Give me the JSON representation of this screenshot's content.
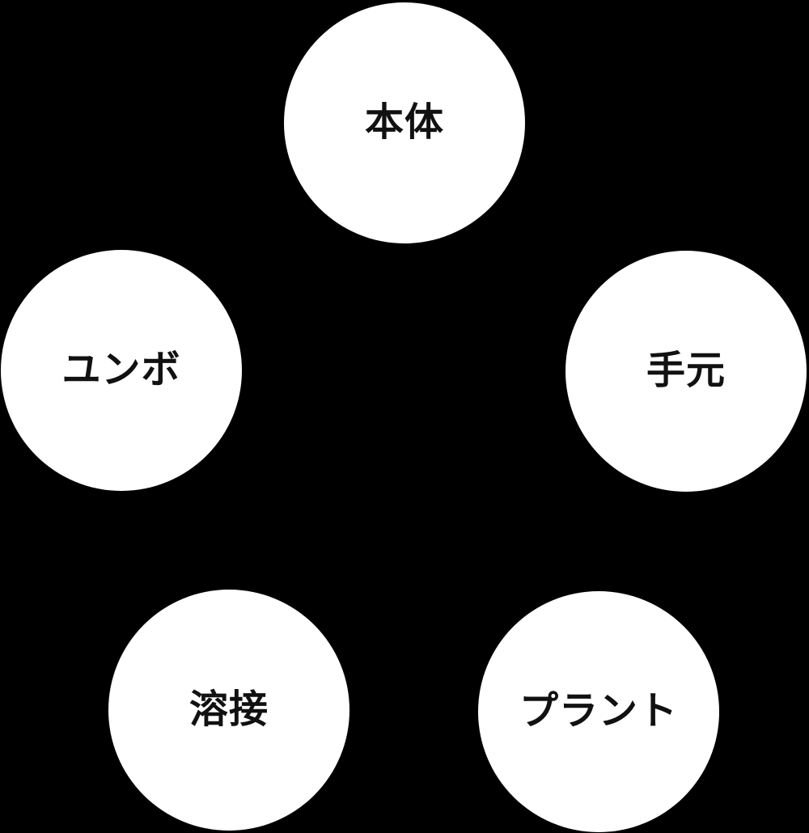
{
  "diagram": {
    "colors": {
      "background": "#000000",
      "node_fill": "#ffffff",
      "node_text": "#111111"
    },
    "nodes": [
      {
        "id": "hontai",
        "label": "本体"
      },
      {
        "id": "yunbo",
        "label": "ユンボ"
      },
      {
        "id": "temoto",
        "label": "手元"
      },
      {
        "id": "yousetsu",
        "label": "溶接"
      },
      {
        "id": "plant",
        "label": "プラント"
      }
    ]
  }
}
